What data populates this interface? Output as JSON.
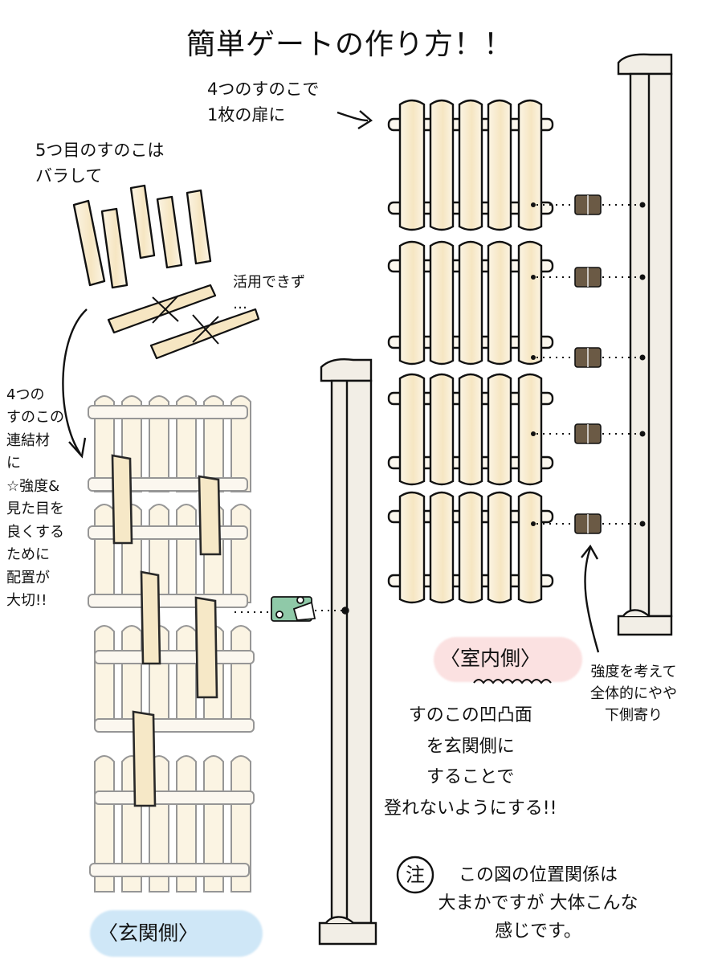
{
  "title": "簡単ゲートの作り方！！",
  "notes": {
    "four_to_one": "4つのすのこで\n1枚の扉に",
    "fifth": "5つ目のすのこは\nバラして",
    "scrap": "活用できず\n…",
    "connector": "4つの\nすのこの\n連結材\nに\n☆強度&\n見た目を\n良くする\nために\n配置が\n大切!!",
    "strength": "強度を考えて\n全体的にやや\n下側寄り",
    "uneven": "すのこの凹凸面\nを玄関側に\nすることで\n登れないようにする!!",
    "disclaimer_mark": "注",
    "disclaimer": "この図の位置関係は\n大まかですが 大体こんな\n感じです。"
  },
  "labels": {
    "indoor": "〈室内側〉",
    "entrance": "〈玄関側〉"
  },
  "colors": {
    "wood": "#f8efd9",
    "wood_grain": "#f1d9a8",
    "post": "#f2eee6",
    "hinge": "#6b5a45",
    "bracket": "#8fc9a8",
    "indoor_bg": "#fbe1e1",
    "entrance_bg": "#cfe7f7"
  },
  "icons": [
    "curved-arrow-icon",
    "arrow-icon",
    "cross-mark-icon",
    "hinge-icon",
    "latch-bracket-icon"
  ]
}
